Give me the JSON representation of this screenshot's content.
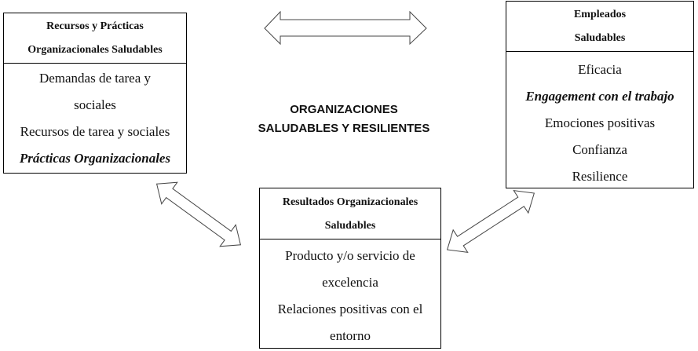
{
  "center_title": {
    "line1": "ORGANIZACIONES",
    "line2": "SALUDABLES Y RESILIENTES"
  },
  "boxes": {
    "resources": {
      "header": [
        "Recursos y Prácticas",
        "Organizacionales Saludables"
      ],
      "items": [
        {
          "text": "Demandas de tarea y",
          "style": "normal"
        },
        {
          "text": "sociales",
          "style": "normal"
        },
        {
          "text": "Recursos de tarea y sociales",
          "style": "normal"
        },
        {
          "text": "Prácticas Organizacionales",
          "style": "bold-italic"
        }
      ]
    },
    "employees": {
      "header": [
        "Empleados",
        "Saludables"
      ],
      "items": [
        {
          "text": "Eficacia",
          "style": "normal"
        },
        {
          "text": "Engagement con el trabajo",
          "style": "bold-italic"
        },
        {
          "text": "Emociones positivas",
          "style": "normal"
        },
        {
          "text": "Confianza",
          "style": "normal"
        },
        {
          "text": "Resilience",
          "style": "normal"
        }
      ]
    },
    "results": {
      "header": [
        "Resultados Organizacionales",
        "Saludables"
      ],
      "items": [
        {
          "text": "Producto y/o servicio de",
          "style": "normal"
        },
        {
          "text": "excelencia",
          "style": "normal"
        },
        {
          "text": "Relaciones positivas con el",
          "style": "normal"
        },
        {
          "text": "entorno",
          "style": "normal"
        }
      ]
    }
  },
  "arrows": [
    {
      "name": "resources-employees",
      "type": "bidirectional"
    },
    {
      "name": "resources-results",
      "type": "bidirectional"
    },
    {
      "name": "employees-results",
      "type": "bidirectional"
    }
  ]
}
